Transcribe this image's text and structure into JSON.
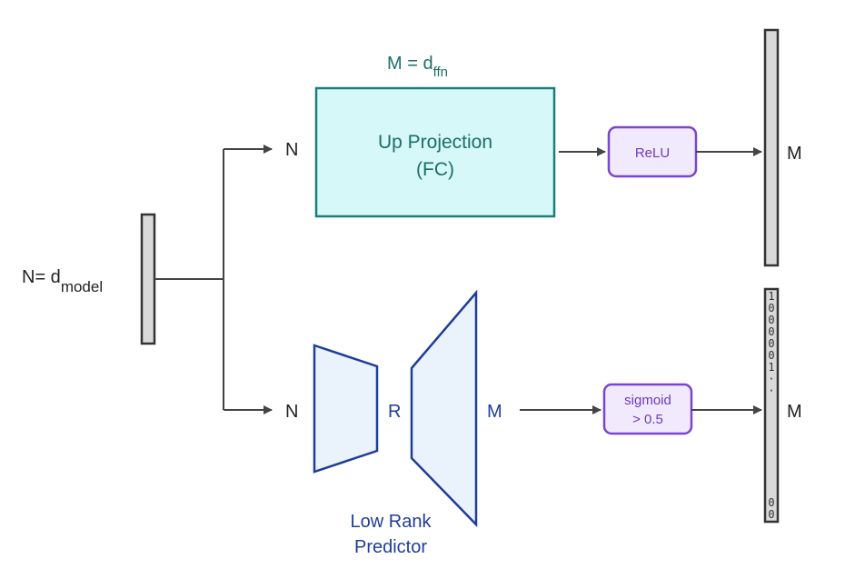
{
  "input": {
    "label_prefix": "N= d",
    "label_sub": "model"
  },
  "top_branch": {
    "n_label": "N",
    "dim_prefix": "M = d",
    "dim_sub": "ffn",
    "box_line1": "Up Projection",
    "box_line2": "(FC)",
    "activation": "ReLU",
    "output_label": "M"
  },
  "bottom_branch": {
    "n_label": "N",
    "r_label": "R",
    "m_label": "M",
    "predictor_line1": "Low Rank",
    "predictor_line2": "Predictor",
    "activation_line1": "sigmoid",
    "activation_line2": "> 0.5",
    "output_label": "M",
    "mask_top_bits": [
      "1",
      "0",
      "0",
      "0",
      "0",
      "0",
      "1",
      "·",
      "·"
    ],
    "mask_bottom_bits": [
      "0",
      "0"
    ]
  },
  "colors": {
    "line": "#444444",
    "vector_fill": "#d9d9d9",
    "vector_stroke": "#333333",
    "fc_fill": "#d6f8f8",
    "fc_stroke": "#1a7f7a",
    "predictor_fill": "#eaf2fb",
    "predictor_stroke": "#1f3d99",
    "activation_fill": "#f1eafd",
    "activation_stroke": "#7a45cf"
  }
}
